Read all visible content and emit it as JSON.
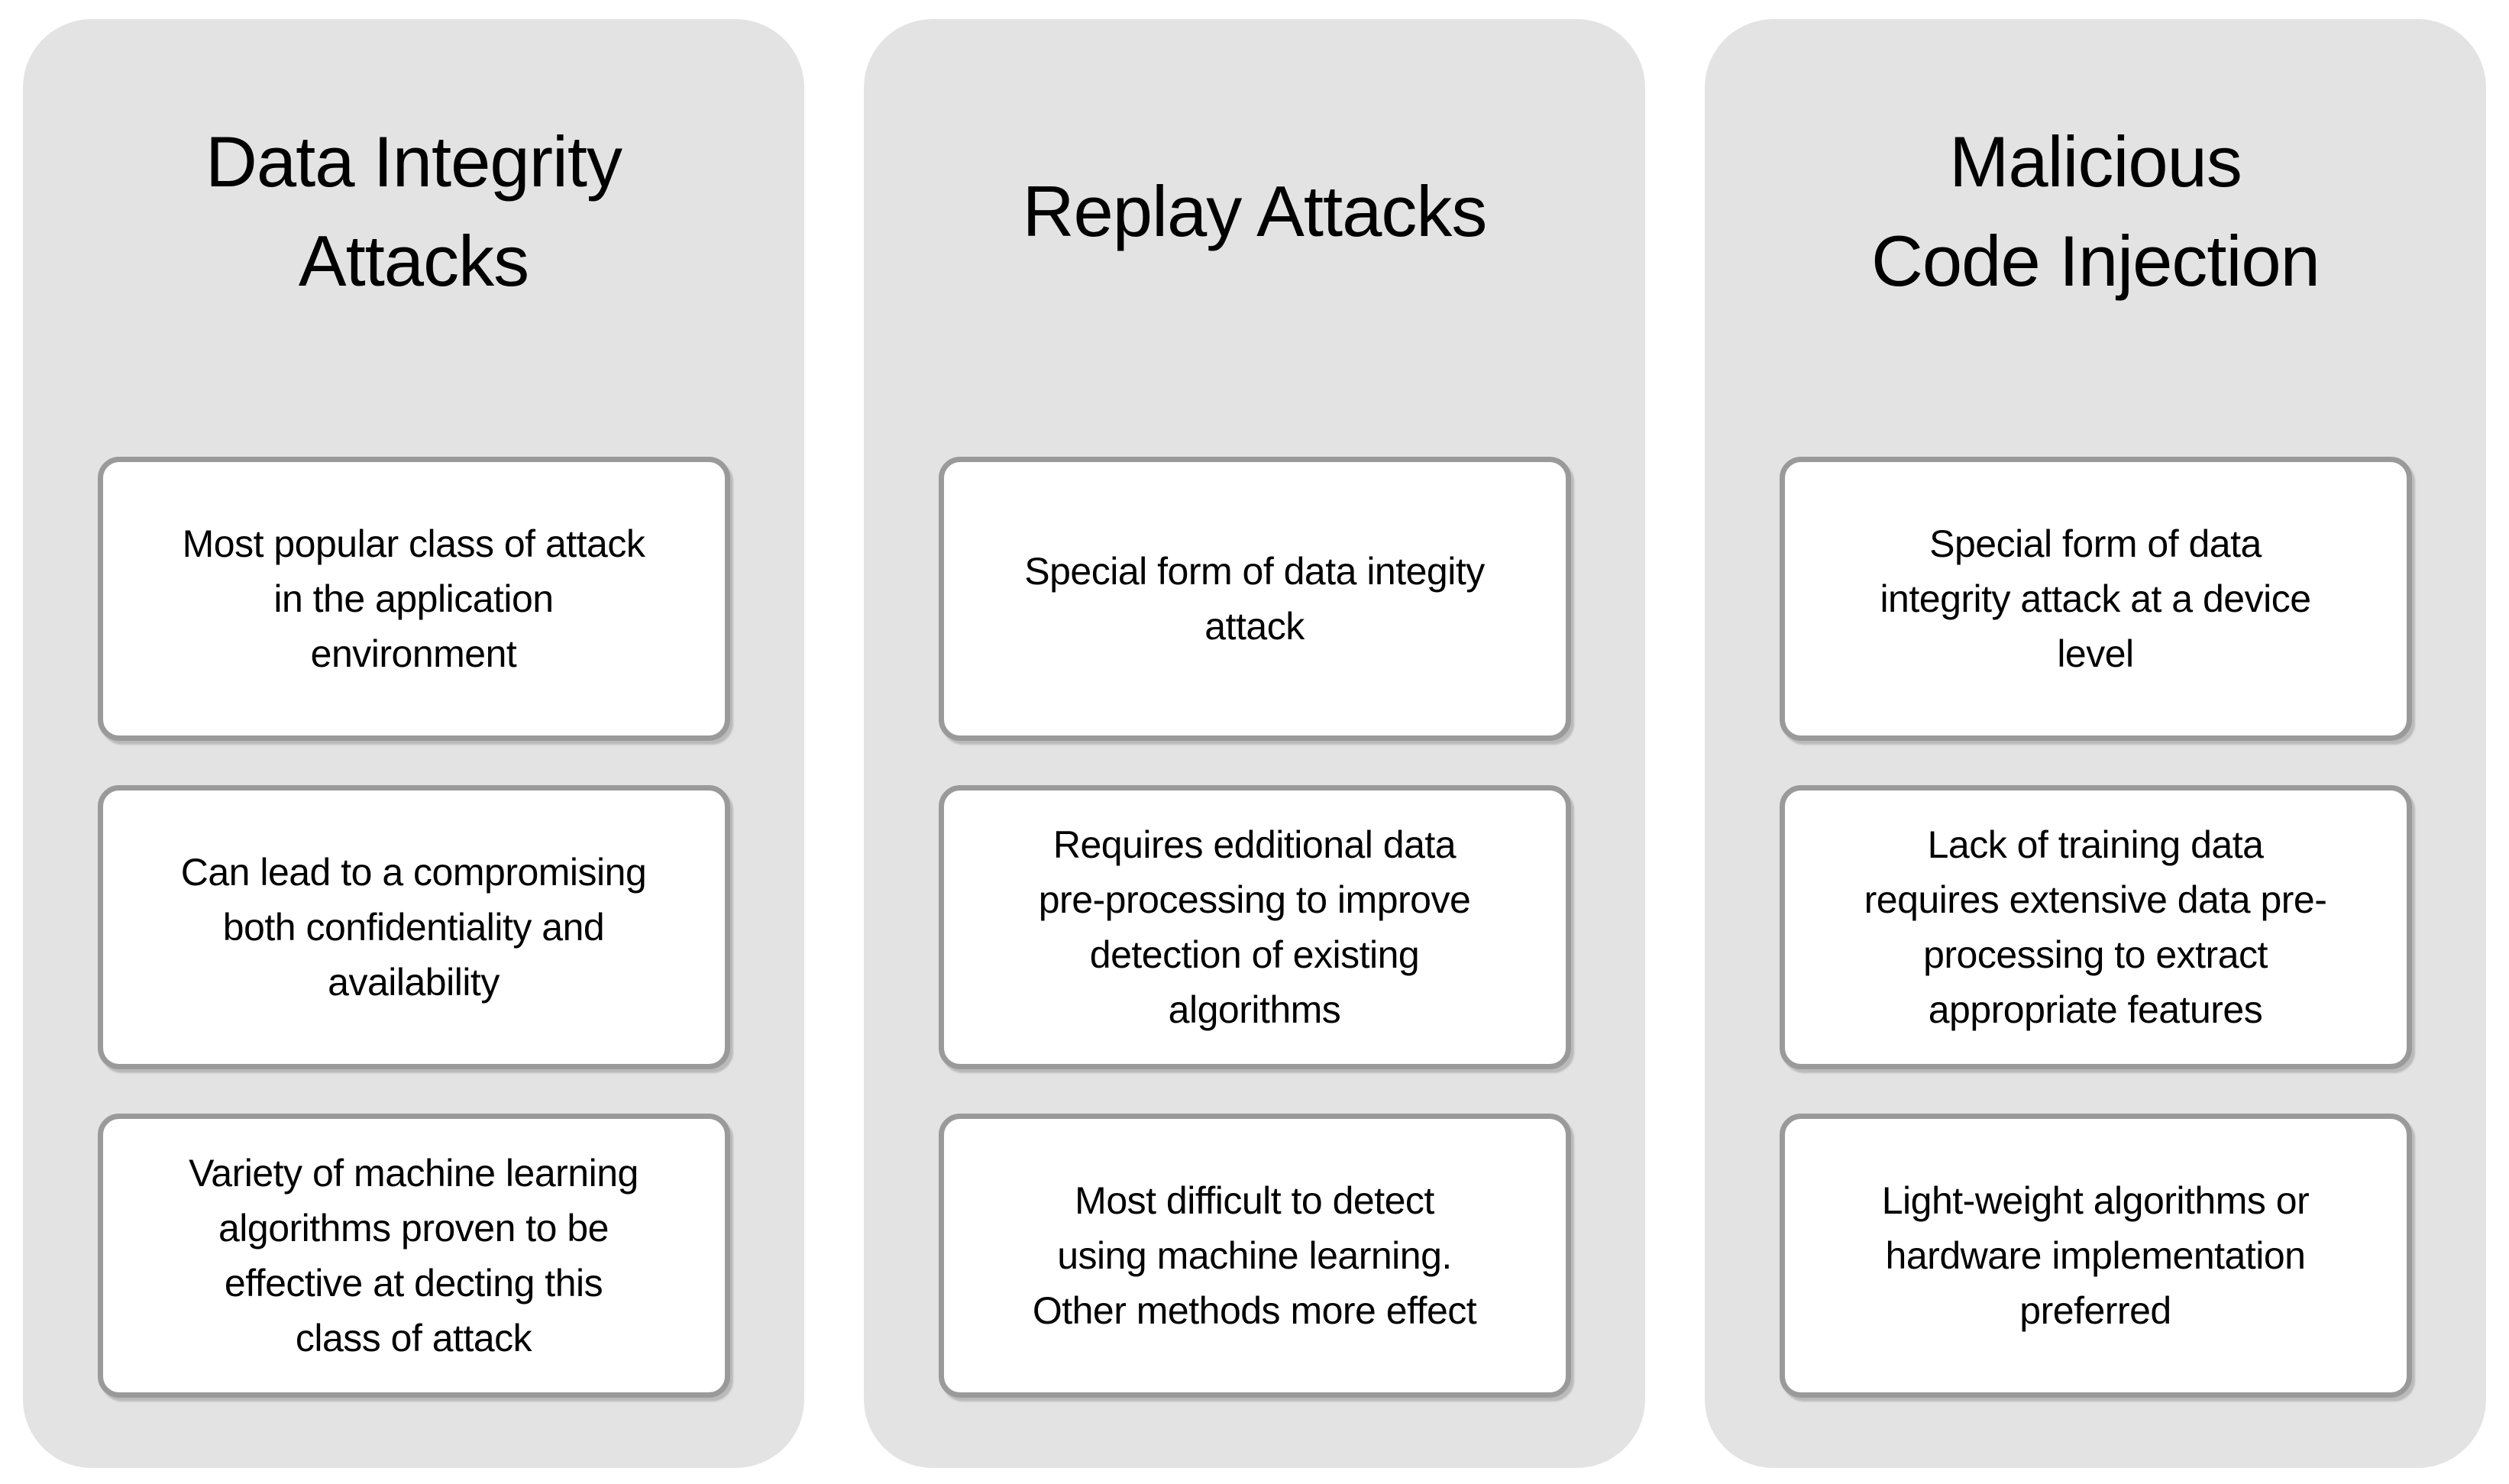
{
  "diagram": {
    "columns": [
      {
        "title": "Data Integrity\nAttacks",
        "boxes": [
          "Most popular class of attack\nin the application\nenvironment",
          "Can lead to a compromising\nboth confidentiality and\navailability",
          "Variety of machine learning\nalgorithms proven to be\neffective at decting this\nclass of attack"
        ]
      },
      {
        "title": "Replay Attacks",
        "boxes": [
          "Special form of data integity\nattack",
          "Requires edditional data\npre-processing to improve\ndetection of existing\nalgorithms",
          "Most difficult to detect\nusing machine learning.\nOther methods more effect"
        ]
      },
      {
        "title": "Malicious\nCode Injection",
        "boxes": [
          "Special form of data\nintegrity attack at a device\nlevel",
          "Lack of training data\nrequires extensive data pre-\nprocessing to extract\nappropriate features",
          "Light-weight algorithms or\nhardware implementation\npreferred"
        ]
      }
    ]
  },
  "colors": {
    "panel_bg": "#E3E3E3",
    "box_border": "#9A9A9A",
    "box_bg": "#FFFFFF",
    "text": "#000000",
    "page_bg": "#FFFFFF"
  }
}
